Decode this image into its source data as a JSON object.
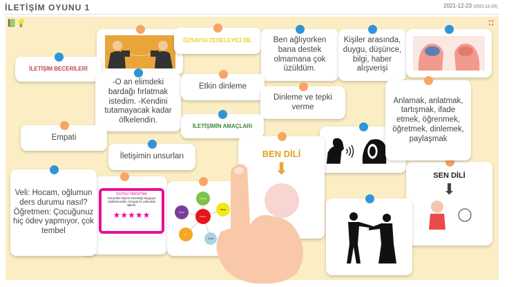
{
  "header": {
    "title": "İLETİŞİM OYUNU 1",
    "date": "2021-12-23",
    "date_small": "(2021-12-20)"
  },
  "cards": {
    "ozsaygi": "ÖZSAYGI ZEDELEYİCİ DİL",
    "ben_agliyorken": "Ben ağlıyorken bana destek olmamana çok üzüldüm.",
    "kisiler": "Kişiler arasında, duygu, düşünce, bilgi, haber alışverişi",
    "becerileri": "İLETİŞİM BECERİLERİ",
    "o_an": "-O an elimdeki bardağı fırlatmak istedim. -Kendini tutamayacak kadar öfkelendin.",
    "etkin": "Etkin dinleme",
    "dinleme_tepki": "Dinleme ve tepki verme",
    "anlamak": "Anlamak, anlatmak, tartışmak, ifade etmek, öğrenmek, öğretmek, dinlemek, paylaşmak",
    "amaclari": "İLETİŞİMİN AMAÇLARI",
    "empati": "Empati",
    "unsurlari": "İletişimin unsurları",
    "veli": "Veli: Hocam, oğlumun ders durumu nasıl? Öğretmen: Çocuğunuz hiç ödev yapmıyor, çok tembel",
    "ben_dili": "BEN DİLİ",
    "sen_dili": "SEN DİLİ",
    "duygu_title": "DUYGU YANSITMA",
    "duygu_text": "Karşıdaki kişinin hissettiği duyguya odaklanmaktır. Empati ile yakından ilgilidir.",
    "stars": "★★★★★",
    "diagram": {
      "center": "İletişim",
      "nodes": [
        "Kaynak",
        "Mesaj",
        "Kanal",
        "Alıcı",
        "Dönüt"
      ]
    }
  },
  "colors": {
    "board": "#fbeec4",
    "pin_orange": "#f8a466",
    "pin_blue": "#2f95d6",
    "ozsaygi": "#e8d21e",
    "becerileri": "#c0474a",
    "amaclari": "#3a8a3a",
    "duygu": "#e60f9a"
  },
  "icons": [
    "help-book-icon",
    "lightbulb-icon",
    "fullscreen-icon"
  ]
}
